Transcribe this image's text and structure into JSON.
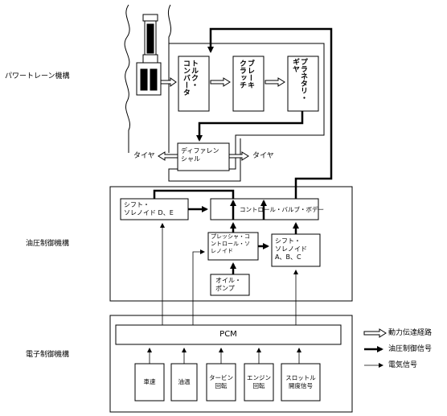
{
  "sections": {
    "powertrain": "パワートレーン機構",
    "hydraulic": "油圧制御機構",
    "electronic": "電子制御機構"
  },
  "powertrain": {
    "torque_converter": [
      "トルク・",
      "コンバータ"
    ],
    "brake_clutch": [
      "ブレーキ",
      "クラッチ"
    ],
    "planetary_gear": [
      "プラネタリ・",
      "ギヤ"
    ],
    "differential": [
      "ディファレン",
      "シャル"
    ],
    "tire_left": "タイヤ",
    "tire_right": "タイヤ"
  },
  "hydraulic": {
    "shift_solenoid_de": [
      "シフト・",
      "ソレノイド D、E"
    ],
    "control_valve_body": "コントロール・バルブ・ボデー",
    "pressure_control_solenoid": [
      "プレッシャ・コ",
      "ントロール・ソ",
      "レノイド"
    ],
    "shift_solenoid_abc": [
      "シフト・",
      "ソレノイド",
      "A、B、C"
    ],
    "oil_pump": [
      "オイル・",
      "ポンプ"
    ]
  },
  "electronic": {
    "pcm": "PCM",
    "inputs": [
      [
        "車速"
      ],
      [
        "油温"
      ],
      [
        "タービン",
        "回転"
      ],
      [
        "エンジン",
        "回転"
      ],
      [
        "スロットル",
        "開度信号"
      ]
    ]
  },
  "legend": {
    "power": "動力伝達経路",
    "hydraulic": "油圧制御信号",
    "electric": "電気信号"
  }
}
